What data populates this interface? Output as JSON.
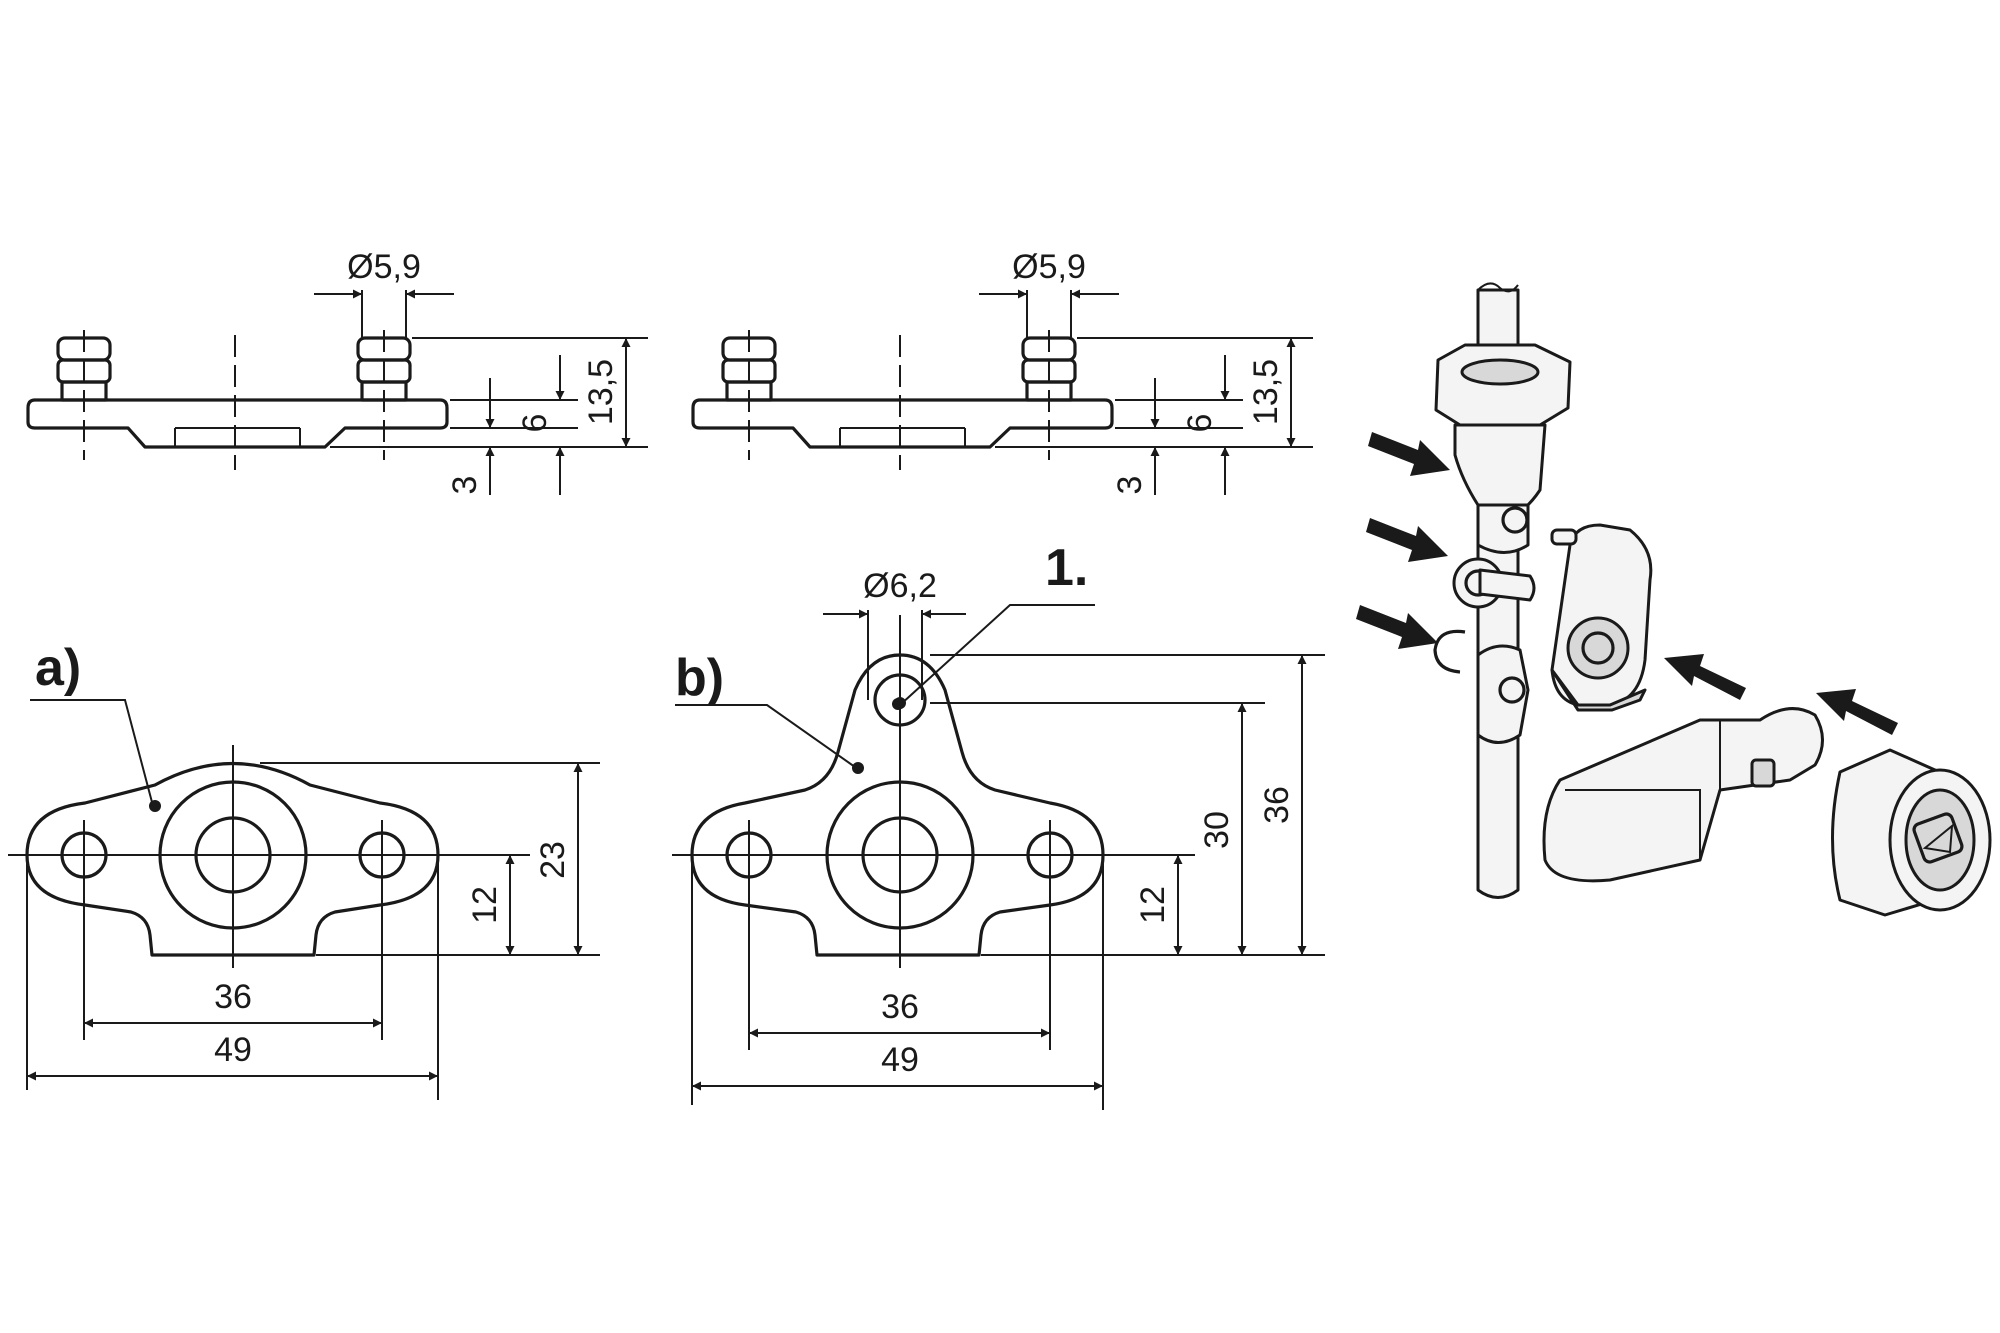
{
  "labels": {
    "a": "a)",
    "b": "b)",
    "callout": "1."
  },
  "side_view_a": {
    "pin_dia": "Ø5,9",
    "height_total": "13,5",
    "height_mid": "6",
    "thickness": "3"
  },
  "side_view_b": {
    "pin_dia": "Ø5,9",
    "height_total": "13,5",
    "height_mid": "6",
    "thickness": "3"
  },
  "top_view_a": {
    "hole_pitch": "36",
    "overall_width": "49",
    "height_center": "12",
    "height_total": "23"
  },
  "top_view_b": {
    "tab_hole_dia": "Ø6,2",
    "hole_pitch": "36",
    "overall_width": "49",
    "height_center": "12",
    "height_tab": "30",
    "height_total": "36"
  }
}
